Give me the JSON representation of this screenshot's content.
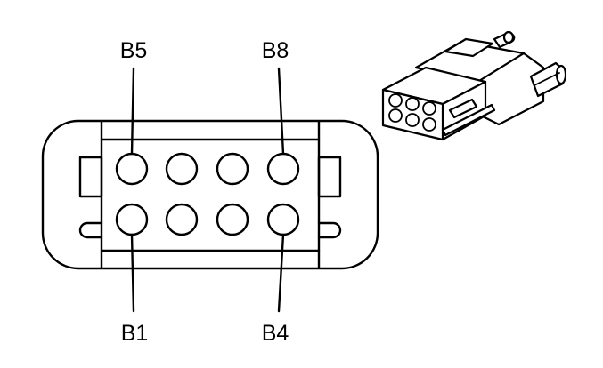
{
  "connector": {
    "pin_labels": {
      "top_left": "B5",
      "top_right": "B8",
      "bottom_left": "B1",
      "bottom_right": "B4"
    },
    "cavity_rows": 2,
    "cavity_columns": 4
  }
}
